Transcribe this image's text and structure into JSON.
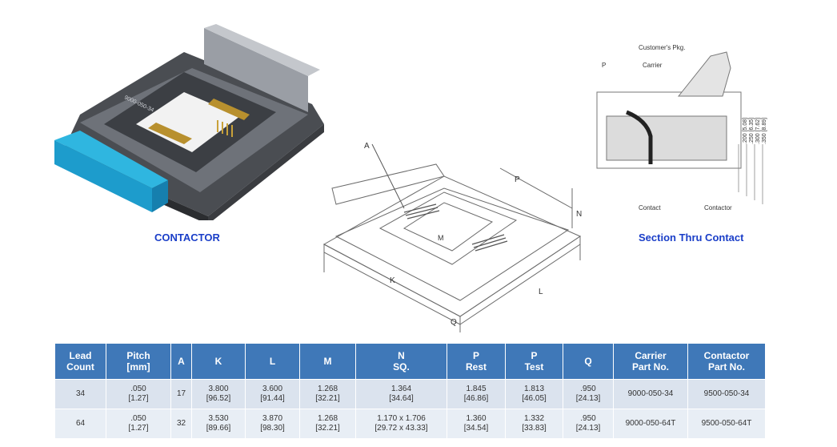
{
  "captions": {
    "contactor": "CONTACTOR",
    "section": "Section Thru Contact"
  },
  "drawing_labels": {
    "a": "A",
    "k": "K",
    "l": "L",
    "m": "M",
    "n": "N",
    "p": "P",
    "q": "Q",
    "part_marking": "9000-050-34",
    "customers_pkg": "Customer's Pkg.",
    "carrier": "Carrier",
    "contact": "Contact",
    "contactor": "Contactor",
    "dims": [
      ".200 [5.08]",
      ".250 [6.35]",
      ".300 [7.62]",
      ".350 [8.89]"
    ]
  },
  "table": {
    "headers": [
      {
        "line1": "Lead",
        "line2": "Count"
      },
      {
        "line1": "Pitch",
        "line2": "[mm]"
      },
      {
        "line1": "A",
        "line2": ""
      },
      {
        "line1": "K",
        "line2": ""
      },
      {
        "line1": "L",
        "line2": ""
      },
      {
        "line1": "M",
        "line2": ""
      },
      {
        "line1": "N",
        "line2": "SQ."
      },
      {
        "line1": "P",
        "line2": "Rest"
      },
      {
        "line1": "P",
        "line2": "Test"
      },
      {
        "line1": "Q",
        "line2": ""
      },
      {
        "line1": "Carrier",
        "line2": "Part No."
      },
      {
        "line1": "Contactor",
        "line2": "Part No."
      }
    ],
    "rows": [
      [
        {
          "l1": "34",
          "l2": ""
        },
        {
          "l1": ".050",
          "l2": "[1.27]"
        },
        {
          "l1": "17",
          "l2": ""
        },
        {
          "l1": "3.800",
          "l2": "[96.52]"
        },
        {
          "l1": "3.600",
          "l2": "[91.44]"
        },
        {
          "l1": "1.268",
          "l2": "[32.21]"
        },
        {
          "l1": "1.364",
          "l2": "[34.64]"
        },
        {
          "l1": "1.845",
          "l2": "[46.86]"
        },
        {
          "l1": "1.813",
          "l2": "[46.05]"
        },
        {
          "l1": ".950",
          "l2": "[24.13]"
        },
        {
          "l1": "9000-050-34",
          "l2": ""
        },
        {
          "l1": "9500-050-34",
          "l2": ""
        }
      ],
      [
        {
          "l1": "64",
          "l2": ""
        },
        {
          "l1": ".050",
          "l2": "[1.27]"
        },
        {
          "l1": "32",
          "l2": ""
        },
        {
          "l1": "3.530",
          "l2": "[89.66]"
        },
        {
          "l1": "3.870",
          "l2": "[98.30]"
        },
        {
          "l1": "1.268",
          "l2": "[32.21]"
        },
        {
          "l1": "1.170  x 1.706",
          "l2": "[29.72 x 43.33]"
        },
        {
          "l1": "1.360",
          "l2": "[34.54]"
        },
        {
          "l1": "1.332",
          "l2": "[33.83]"
        },
        {
          "l1": ".950",
          "l2": "[24.13]"
        },
        {
          "l1": "9000-050-64T",
          "l2": ""
        },
        {
          "l1": "9500-050-64T",
          "l2": ""
        }
      ]
    ]
  }
}
